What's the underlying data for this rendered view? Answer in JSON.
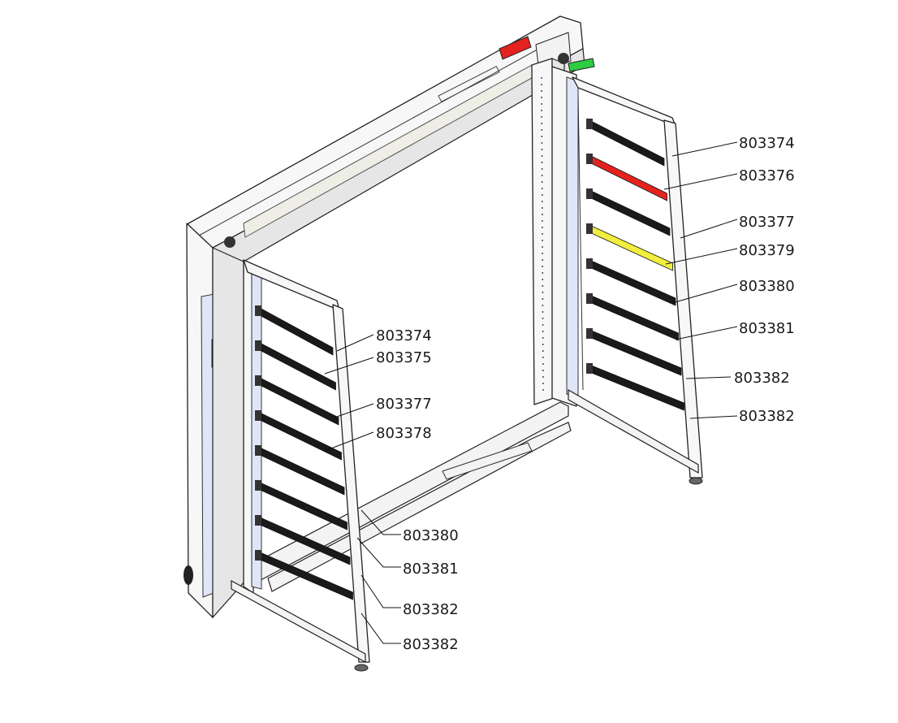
{
  "colors": {
    "band_black": "#1a1a1a",
    "band_red": "#e4221f",
    "band_yellow": "#f1ee3e",
    "post_blue": "#dfe6f7",
    "accent_green": "#2ecc40"
  },
  "right_rack": {
    "callouts": [
      "803374",
      "803376",
      "803377",
      "803379",
      "803380",
      "803381",
      "803382",
      "803382"
    ],
    "band_colors": [
      "black",
      "red",
      "black",
      "yellow",
      "black",
      "black",
      "black",
      "black"
    ]
  },
  "left_rack": {
    "callouts": [
      "803374",
      "803375",
      "803377",
      "803378",
      "803380",
      "803381",
      "803382",
      "803382"
    ],
    "band_colors": [
      "black",
      "black",
      "black",
      "black",
      "black",
      "black",
      "black",
      "black"
    ]
  }
}
